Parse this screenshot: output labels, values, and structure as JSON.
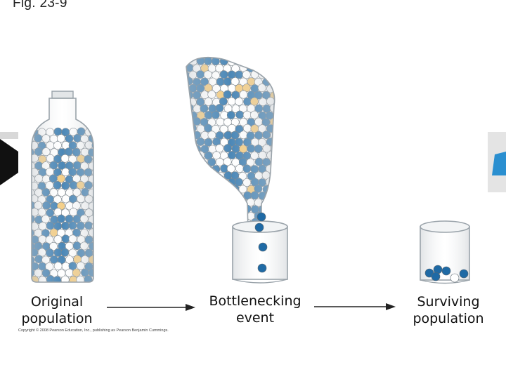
{
  "figure_title": "Fig. 23-9",
  "stages": [
    {
      "id": "original",
      "label_line1": "Original",
      "label_line2": "population"
    },
    {
      "id": "bottleneck",
      "label_line1": "Bottlenecking",
      "label_line2": "event"
    },
    {
      "id": "surviving",
      "label_line1": "Surviving",
      "label_line2": "population"
    }
  ],
  "copyright": "Copyright © 2008 Pearson Education, Inc., publishing as Pearson Benjamin Cummings.",
  "colors": {
    "blue_marble": "#1f6aa5",
    "white_marble": "#ffffff",
    "yellow_marble": "#f2c36b",
    "arrow": "#222222",
    "glass_outline": "#9aa3aa",
    "accent_right": "#2a8fd0"
  }
}
